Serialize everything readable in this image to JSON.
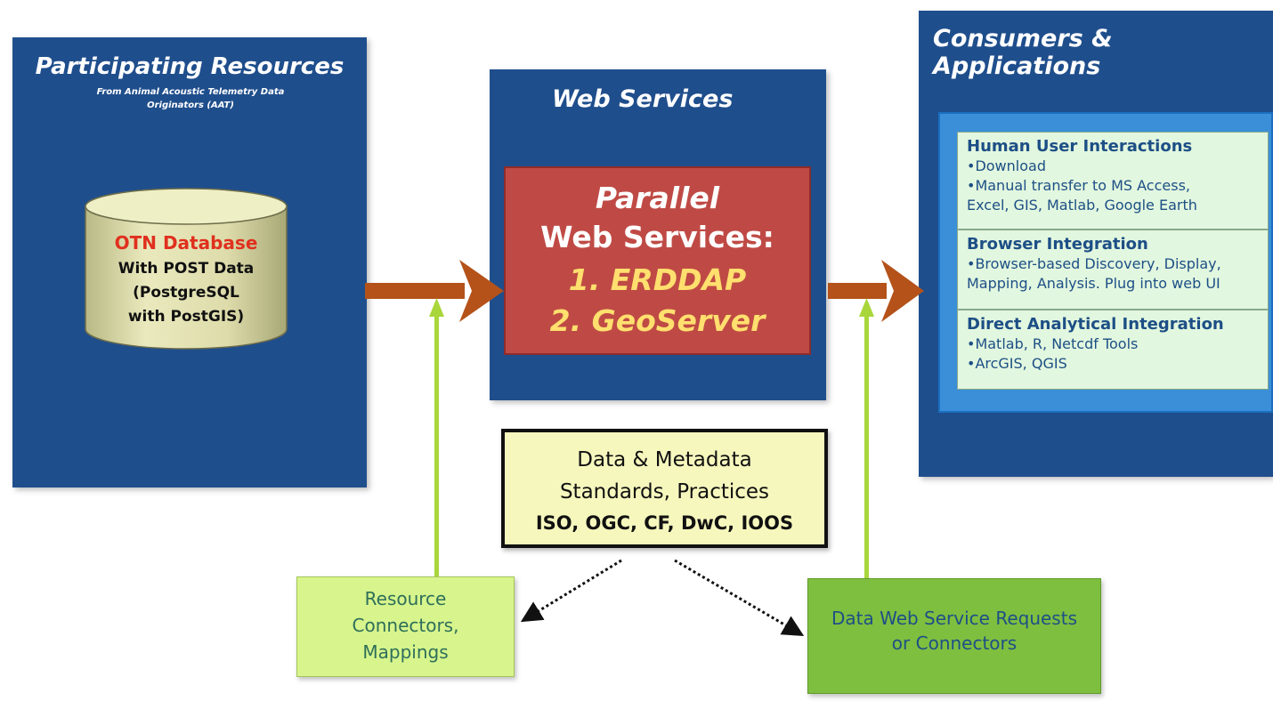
{
  "participating": {
    "title": "Participating Resources",
    "subtitle_1": "From Animal Acoustic Telemetry Data",
    "subtitle_2": "Originators (AAT)",
    "database": {
      "name": "OTN Database",
      "line1": "With POST Data",
      "line2": "(PostgreSQL",
      "line3": "with PostGIS)"
    }
  },
  "web_services": {
    "title": "Web Services",
    "parallel_1": "Parallel",
    "parallel_2": "Web Services:",
    "item_1": "1. ERDDAP",
    "item_2": "2. GeoServer"
  },
  "consumers": {
    "title": "Consumers & Applications",
    "sections": [
      {
        "heading": "Human User Interactions",
        "items": [
          "•Download",
          "•Manual transfer to MS Access,",
          "Excel, GIS, Matlab, Google Earth"
        ]
      },
      {
        "heading": "Browser Integration",
        "items": [
          "•Browser-based Discovery, Display,",
          "Mapping, Analysis. Plug into web UI"
        ]
      },
      {
        "heading": "Direct Analytical Integration",
        "items": [
          "•Matlab, R, Netcdf Tools",
          "•ArcGIS, QGIS"
        ]
      }
    ]
  },
  "standards": {
    "line1": "Data & Metadata",
    "line2": "Standards, Practices",
    "line3": "ISO, OGC, CF, DwC, IOOS"
  },
  "resource_connectors": {
    "line1": "Resource",
    "line2": "Connectors,",
    "line3": "Mappings"
  },
  "data_web_service": {
    "line1": "Data Web Service Requests",
    "line2": "or Connectors"
  },
  "colors": {
    "panel_navy": "#1f4e8c",
    "flow_arrow": "#b4521a",
    "green_arrow": "#a9d63b",
    "parallel_red": "#bf4a45",
    "highlight_yellow": "#ffdf6e",
    "database_red": "#e0301e"
  }
}
